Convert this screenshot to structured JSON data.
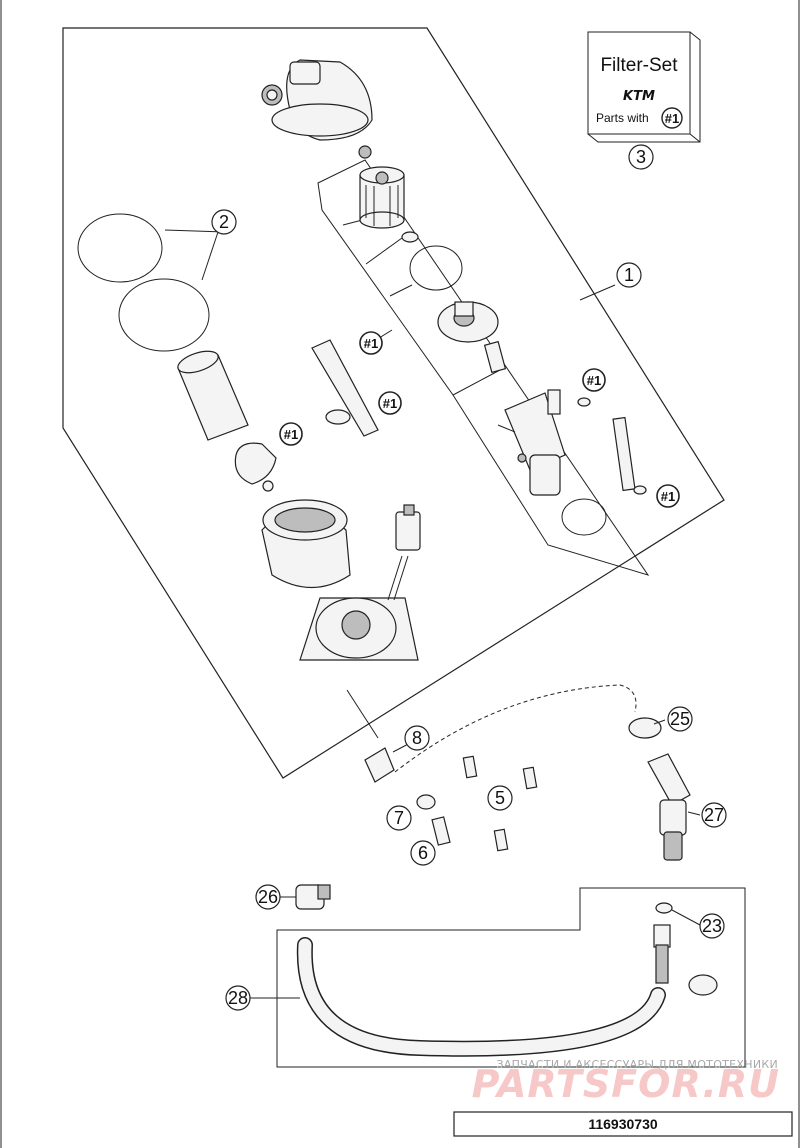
{
  "filter_set": {
    "title": "Filter-Set",
    "brand": "KTM",
    "parts_with_label": "Parts with",
    "parts_with_ref": "#1"
  },
  "callouts": [
    "1",
    "2",
    "3",
    "5",
    "6",
    "7",
    "8",
    "23",
    "25",
    "26",
    "27",
    "28"
  ],
  "refs": [
    "#1",
    "#1",
    "#1",
    "#1",
    "#1"
  ],
  "watermark": {
    "tagline": "ЗАПЧАСТИ И АКСЕССУАРЫ ДЛЯ МОТОТЕХНИКИ",
    "logo": "PARTSFOR.RU"
  },
  "part_number": "116930730"
}
